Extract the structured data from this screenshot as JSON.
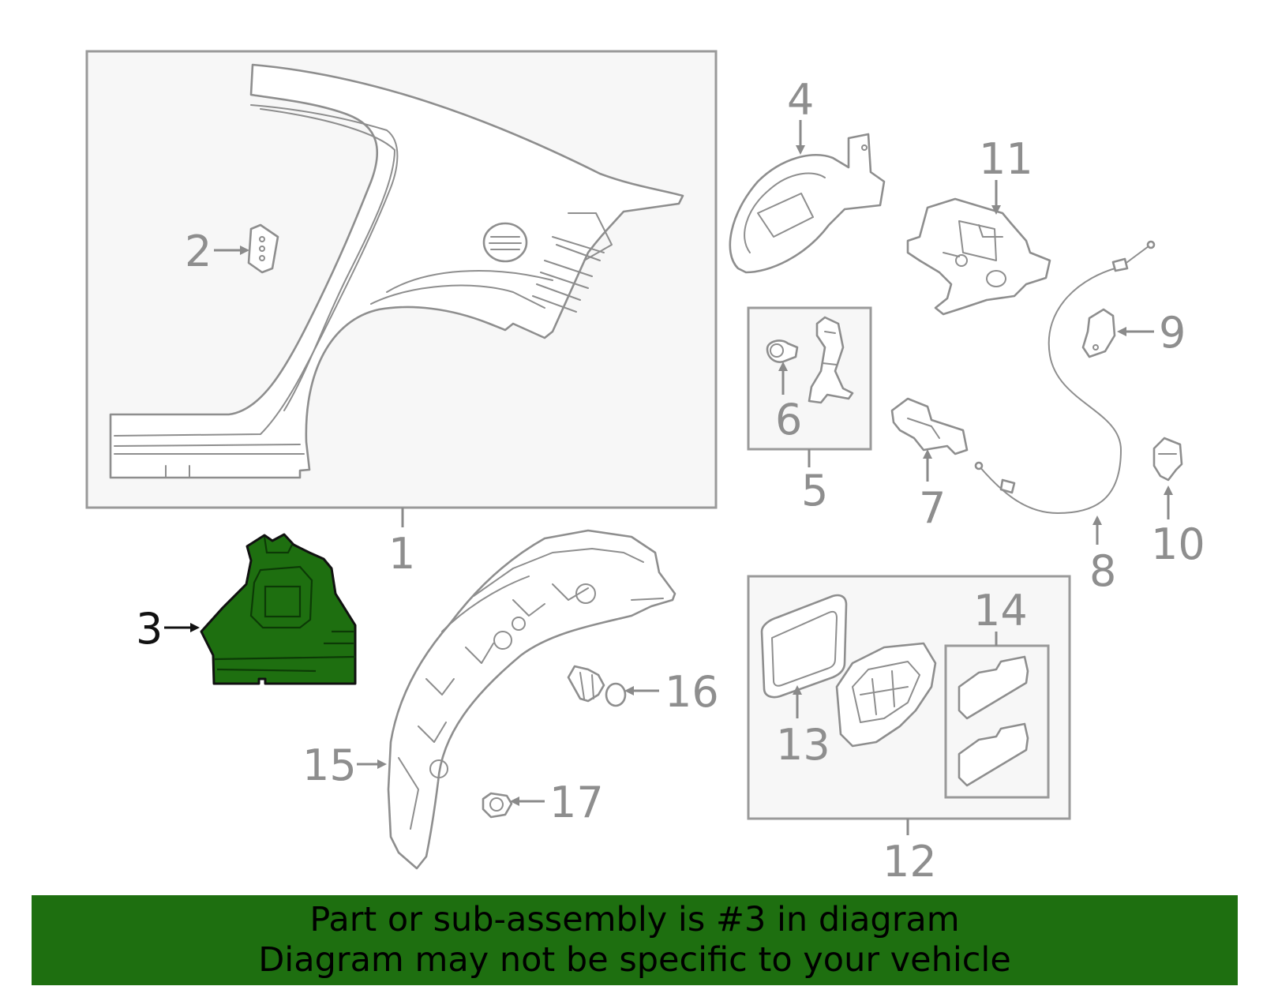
{
  "diagram": {
    "highlight_color": "#1e6f10",
    "highlighted_part": "3",
    "callouts": {
      "c1": "1",
      "c2": "2",
      "c3": "3",
      "c4": "4",
      "c5": "5",
      "c6": "6",
      "c7": "7",
      "c8": "8",
      "c9": "9",
      "c10": "10",
      "c11": "11",
      "c12": "12",
      "c13": "13",
      "c14": "14",
      "c15": "15",
      "c16": "16",
      "c17": "17"
    }
  },
  "banner": {
    "line1": "Part or sub-assembly is #3 in diagram",
    "line2": "Diagram may not be specific to your vehicle"
  }
}
